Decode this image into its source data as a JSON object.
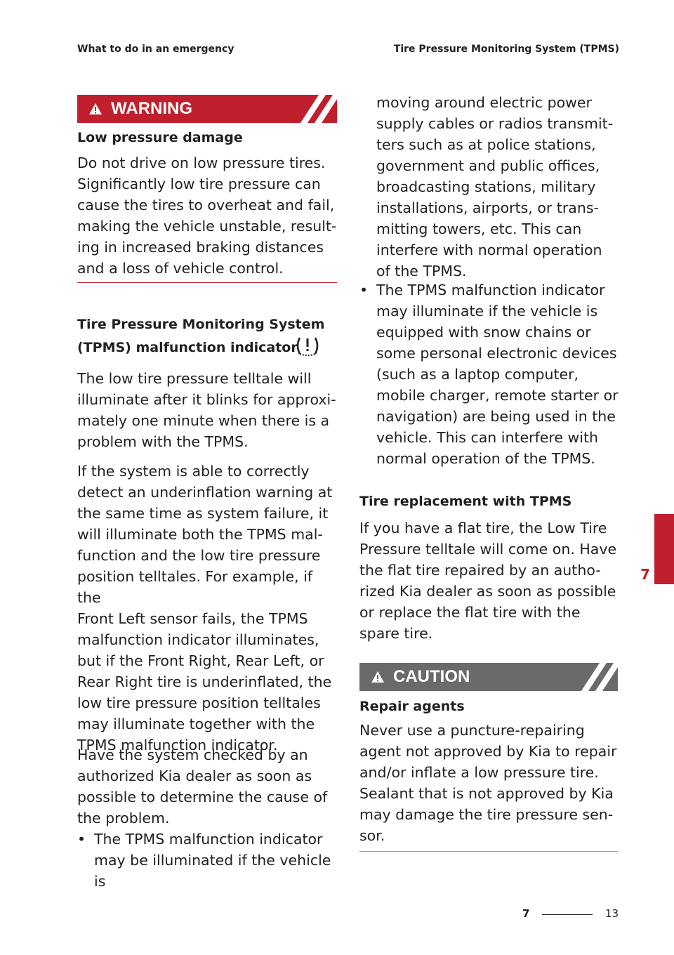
{
  "header": {
    "left": "What to do in an emergency",
    "right": "Tire Pressure Monitoring System (TPMS)"
  },
  "warning": {
    "label": "WARNING",
    "title": "Low pressure damage",
    "text": "Do not drive on low pressure tires.\nSignificantly low tire pressure can\ncause the tires to overheat and fail,\nmaking the vehicle unstable, result-\ning in increased braking distances\nand a loss of vehicle control."
  },
  "tpms_section": {
    "title_line1": "Tire Pressure Monitoring System",
    "title_line2": "(TPMS) malfunction indicator",
    "p1": "The low tire pressure telltale will\nilluminate after it blinks for approxi-\nmately one minute when there is a\nproblem with the TPMS.",
    "p2": "If the system is able to correctly\ndetect an underinflation warning at\nthe same time as system failure, it\nwill illuminate both the TPMS mal-\nfunction and the low tire pressure\nposition telltales. For example, if the\nFront Left sensor fails, the TPMS\nmalfunction indicator illuminates,\nbut if the Front Right, Rear Left, or\nRear Right tire is underinflated, the\nlow tire pressure position telltales\nmay illuminate together with the\nTPMS malfunction indicator.",
    "p3": "Have the system checked by an\nauthorized Kia dealer as soon as\npossible to determine the cause of\nthe problem.",
    "bullet1_left": "The TPMS malfunction indicator\nmay be illuminated if the vehicle is",
    "bullet1_right": "moving around electric power\nsupply cables or radios transmit-\nters such as at police stations,\ngovernment and public offices,\nbroadcasting stations, military\ninstallations, airports, or trans-\nmitting towers, etc. This can\ninterfere with normal operation\nof the TPMS.",
    "bullet2": "The TPMS malfunction indicator\nmay illuminate if the vehicle is\nequipped with snow chains or\nsome personal electronic devices\n(such as a laptop computer,\nmobile charger, remote starter or\nnavigation) are being used in the\nvehicle. This can interfere with\nnormal operation of the TPMS.",
    "bullet_char": "•"
  },
  "replacement": {
    "title": "Tire replacement with TPMS",
    "text": "If you have a flat tire, the Low Tire\nPressure telltale will come on. Have\nthe flat tire repaired by an autho-\nrized Kia dealer as soon as possible\nor replace the flat tire with the\nspare tire."
  },
  "caution": {
    "label": "CAUTION",
    "title": "Repair agents",
    "text": "Never use a puncture-repairing\nagent not approved by Kia to repair\nand/or inflate a low pressure tire.\nSealant that is not approved by Kia\nmay damage the tire pressure sen-\nsor."
  },
  "side_tab": {
    "chapter": "7"
  },
  "footer": {
    "chapter": "7",
    "page": "13"
  },
  "colors": {
    "accent": "#c01f2d",
    "caution": "#6a6a6c",
    "text": "#231f20"
  },
  "icons": {
    "warning": "warning-triangle-icon",
    "tpms": "tpms-malfunction-icon"
  }
}
